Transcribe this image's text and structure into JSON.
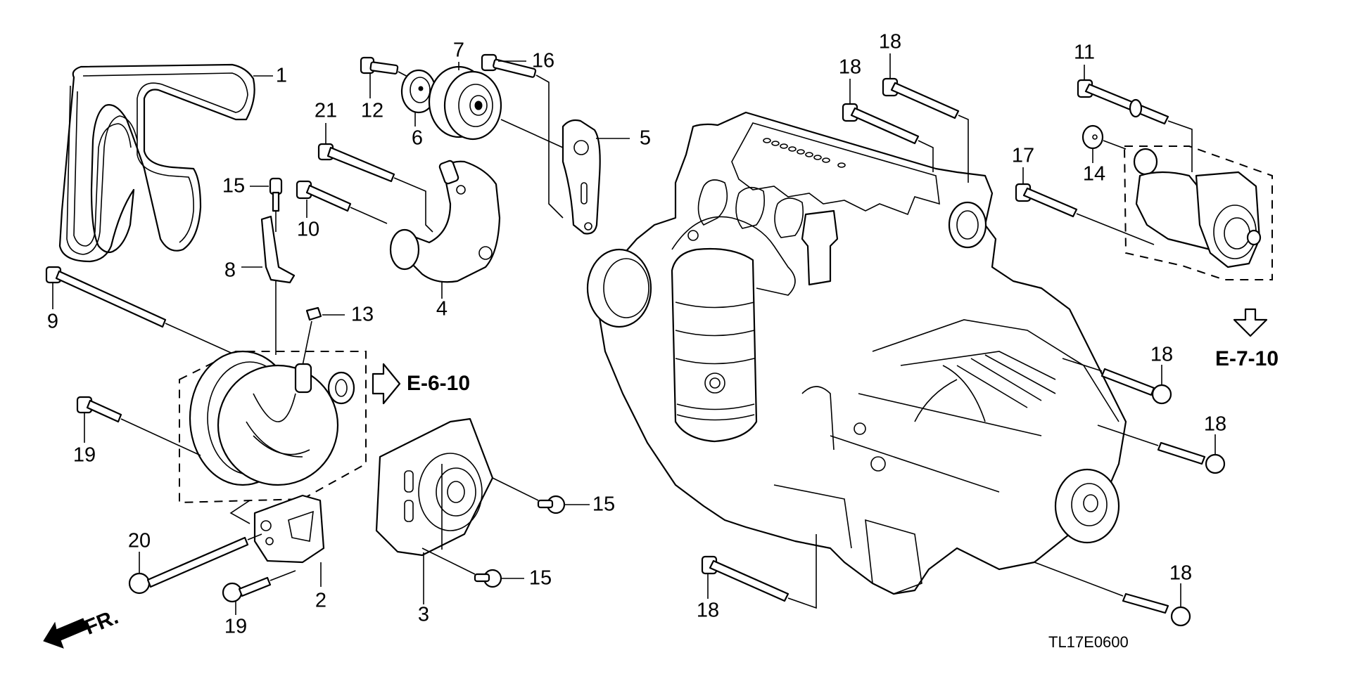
{
  "diagram": {
    "title_code": "TL17E0600",
    "front_indicator": "FR.",
    "references": [
      {
        "id": "ref-e-6-10",
        "label": "E-6-10",
        "arrow_direction": "right"
      },
      {
        "id": "ref-e-7-10",
        "label": "E-7-10",
        "arrow_direction": "down"
      }
    ],
    "callouts": [
      {
        "number": "1",
        "part": "drive-belt"
      },
      {
        "number": "2",
        "part": "alternator-bracket"
      },
      {
        "number": "3",
        "part": "pulley-cover"
      },
      {
        "number": "4",
        "part": "auto-tensioner"
      },
      {
        "number": "5",
        "part": "idler-bracket"
      },
      {
        "number": "6",
        "part": "idler-pulley-cover"
      },
      {
        "number": "7",
        "part": "idler-pulley"
      },
      {
        "number": "8",
        "part": "harness-bracket"
      },
      {
        "number": "9",
        "part": "long-bolt"
      },
      {
        "number": "10",
        "part": "bolt"
      },
      {
        "number": "11",
        "part": "starter-bolt"
      },
      {
        "number": "12",
        "part": "bolt"
      },
      {
        "number": "13",
        "part": "nut"
      },
      {
        "number": "14",
        "part": "nut"
      },
      {
        "number": "15",
        "part": "flange-bolt",
        "instance": "upper"
      },
      {
        "number": "15",
        "part": "flange-bolt",
        "instance": "cover-upper"
      },
      {
        "number": "15",
        "part": "flange-bolt",
        "instance": "cover-lower"
      },
      {
        "number": "16",
        "part": "bolt"
      },
      {
        "number": "17",
        "part": "starter-bolt"
      },
      {
        "number": "18",
        "part": "mount-bolt",
        "instance": "top-left"
      },
      {
        "number": "18",
        "part": "mount-bolt",
        "instance": "top-right"
      },
      {
        "number": "18",
        "part": "mount-bolt",
        "instance": "right-upper"
      },
      {
        "number": "18",
        "part": "mount-bolt",
        "instance": "right-middle"
      },
      {
        "number": "18",
        "part": "mount-bolt",
        "instance": "bottom-left"
      },
      {
        "number": "18",
        "part": "mount-bolt",
        "instance": "bottom-right"
      },
      {
        "number": "19",
        "part": "bolt",
        "instance": "upper"
      },
      {
        "number": "19",
        "part": "bolt",
        "instance": "lower"
      },
      {
        "number": "20",
        "part": "long-bolt"
      },
      {
        "number": "21",
        "part": "long-bolt"
      }
    ]
  }
}
